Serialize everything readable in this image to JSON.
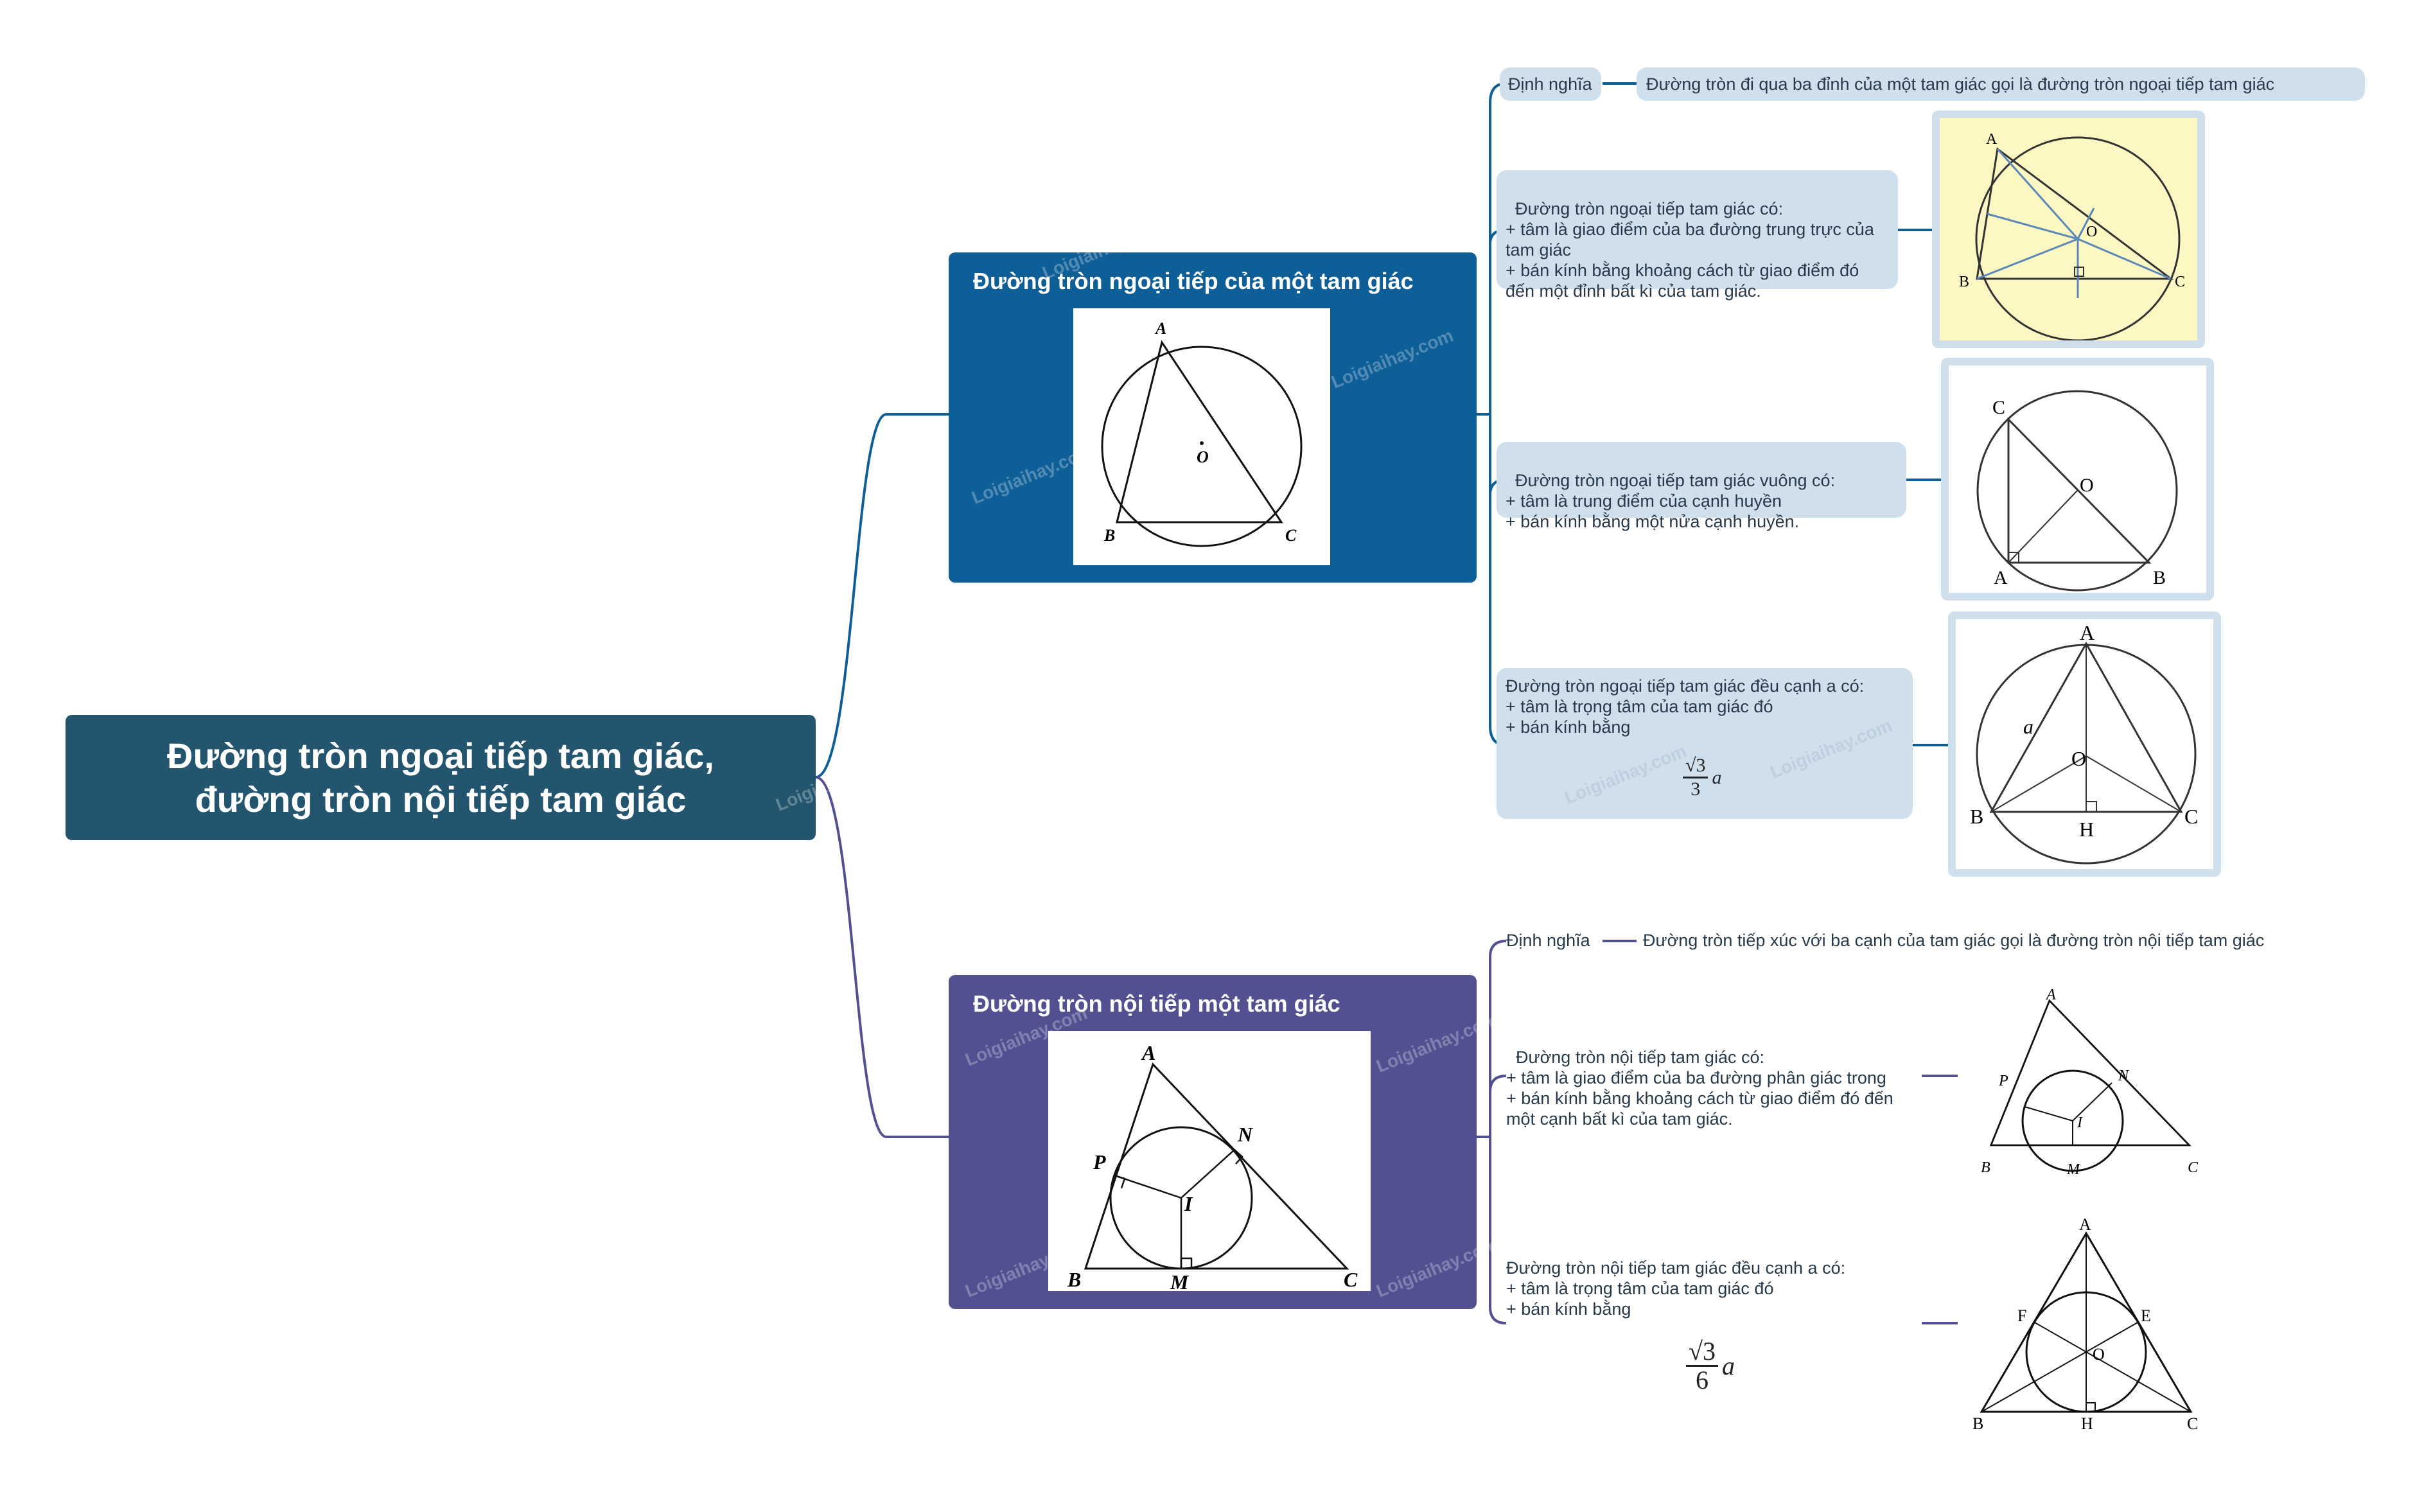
{
  "root": {
    "line1": "Đường tròn ngoại tiếp tam giác,",
    "line2": "đường tròn nội tiếp tam giác"
  },
  "branch1": {
    "title": "Đường tròn ngoại tiếp của một tam giác",
    "figure_labels": {
      "a": "A",
      "b": "B",
      "c": "C",
      "o": "O"
    },
    "definition_label": "Định nghĩa",
    "definition_text": "Đường tròn đi qua ba đỉnh của một tam giác gọi là đường tròn ngoại tiếp tam giác",
    "general": {
      "text": "Đường tròn ngoại tiếp tam giác có:\n+ tâm là giao điểm của ba đường trung trực của tam giác\n+ bán kính bằng khoảng cách từ giao điểm đó đến một đỉnh bất kì của tam giác.",
      "labels": {
        "a": "A",
        "b": "B",
        "c": "C",
        "o": "O"
      }
    },
    "right": {
      "text": "Đường tròn ngoại tiếp tam giác vuông có:\n+ tâm là trung điểm của cạnh huyền\n+ bán kính bằng một nửa cạnh huyền.",
      "labels": {
        "a": "A",
        "b": "B",
        "c": "C",
        "o": "O"
      }
    },
    "equilateral": {
      "text": "Đường tròn ngoại tiếp tam giác đều cạnh a có:\n+ tâm là trọng tâm của tam giác đó\n+ bán kính bằng",
      "formula_num": "√3",
      "formula_den": "3",
      "formula_var": "a",
      "labels": {
        "a": "A",
        "b": "B",
        "c": "C",
        "o": "O",
        "h": "H",
        "side": "a"
      }
    }
  },
  "branch2": {
    "title": "Đường tròn nội tiếp một tam giác",
    "figure_labels": {
      "a": "A",
      "b": "B",
      "c": "C",
      "i": "I",
      "m": "M",
      "n": "N",
      "p": "P"
    },
    "definition_label": "Định nghĩa",
    "definition_text": "Đường tròn tiếp xúc với ba cạnh của tam giác gọi là đường tròn nội tiếp tam giác",
    "general": {
      "text": "Đường tròn nội tiếp tam giác có:\n+ tâm là giao điểm của ba đường phân giác trong\n+ bán kính bằng khoảng cách từ giao điểm đó đến một cạnh bất kì của tam giác.",
      "labels": {
        "a": "A",
        "b": "B",
        "c": "C",
        "i": "I",
        "m": "M",
        "n": "N",
        "p": "P"
      }
    },
    "equilateral": {
      "text": "Đường tròn nội tiếp tam giác đều cạnh a có:\n+ tâm là trọng tâm của tam giác đó\n+ bán kính bằng",
      "formula_num": "√3",
      "formula_den": "6",
      "formula_var": "a",
      "labels": {
        "a": "A",
        "b": "B",
        "c": "C",
        "o": "O",
        "h": "H",
        "e": "E",
        "f": "F"
      }
    }
  },
  "watermark": "Loigiaihay.com",
  "colors": {
    "root": "#24556f",
    "branch1": "#0e5f98",
    "branch2": "#525091",
    "node": "#cfdfec",
    "highlight": "#fdf8c3"
  }
}
